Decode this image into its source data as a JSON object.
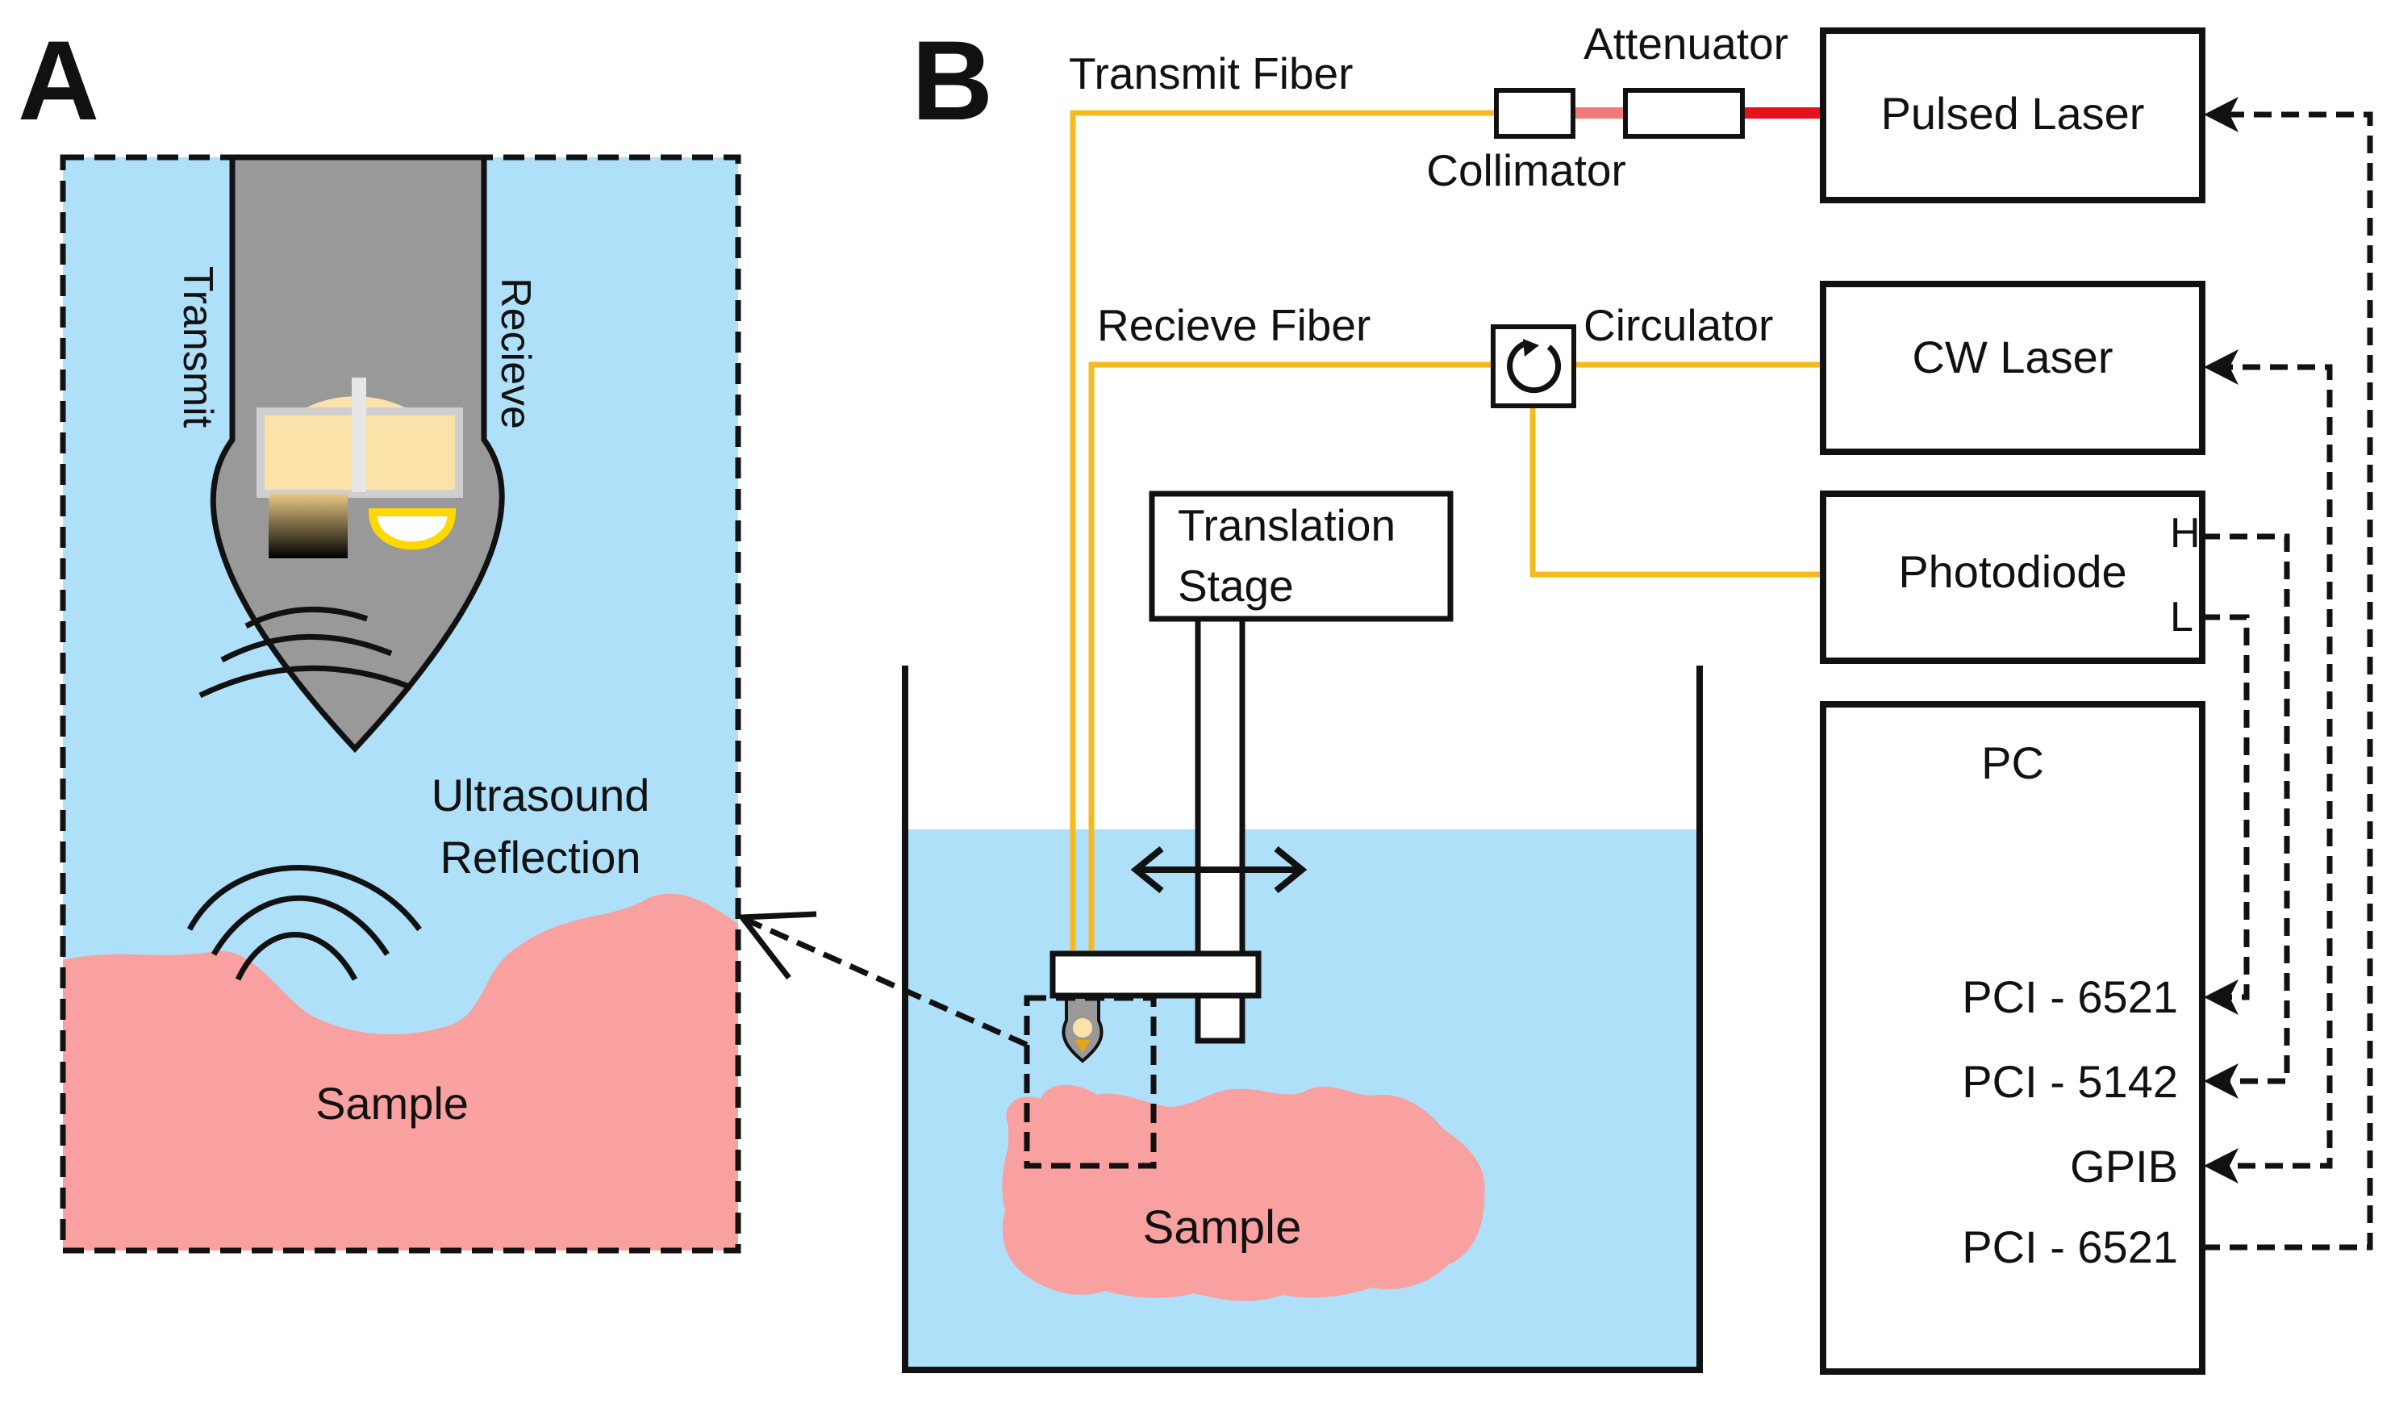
{
  "panels": {
    "a": "A",
    "b": "B"
  },
  "panel_a": {
    "transmit": "Transmit",
    "receive": "Recieve",
    "reflection_line1": "Ultrasound",
    "reflection_line2": "Reflection",
    "sample": "Sample"
  },
  "panel_b": {
    "transmit_fiber": "Transmit Fiber",
    "attenuator": "Attenuator",
    "collimator": "Collimator",
    "pulsed_laser": "Pulsed Laser",
    "receive_fiber": "Recieve Fiber",
    "circulator": "Circulator",
    "cw_laser": "CW Laser",
    "translation_stage_line1": "Translation",
    "translation_stage_line2": "Stage",
    "photodiode": "Photodiode",
    "photodiode_h": "H",
    "photodiode_l": "L",
    "pc": "PC",
    "pc_ports": [
      "PCI - 6521",
      "PCI - 5142",
      "GPIB",
      "PCI - 6521"
    ],
    "sample": "Sample"
  },
  "colors": {
    "water": "#aee0fa",
    "sample": "#f9a0a0",
    "fiber": "#f5bb1e",
    "laser_beam": "#e8101c",
    "attenuated_beam": "#f47a7a",
    "probe": "#999999",
    "crystal": "#fbe2a8"
  }
}
